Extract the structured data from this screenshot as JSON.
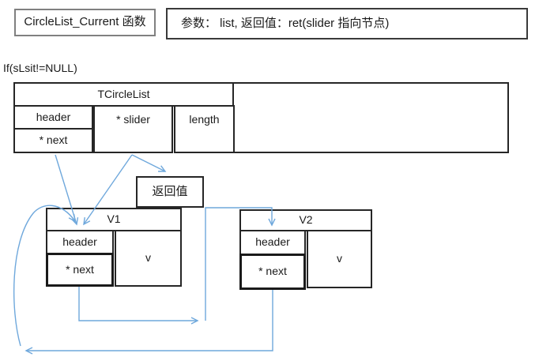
{
  "header": {
    "function_box_label": "CircleList_Current 函数",
    "params_box_label": "参数：  list, 返回值：ret(slider 指向节点)"
  },
  "condition_text": "If(sLsit!=NULL)",
  "tcirclelist": {
    "title": "TCircleList",
    "header_field": "header",
    "next_field": "* next",
    "slider_field": "* slider",
    "length_field": "length"
  },
  "return_box_label": "返回值",
  "nodes": [
    {
      "title": "V1",
      "header_field": "header",
      "next_field": "* next",
      "value_field": "v"
    },
    {
      "title": "V2",
      "header_field": "header",
      "next_field": "* next",
      "value_field": "v"
    }
  ],
  "colors": {
    "connector_blue": "#6fa8dc",
    "box_border_dark": "#262626",
    "box_border_gray": "#808080"
  }
}
